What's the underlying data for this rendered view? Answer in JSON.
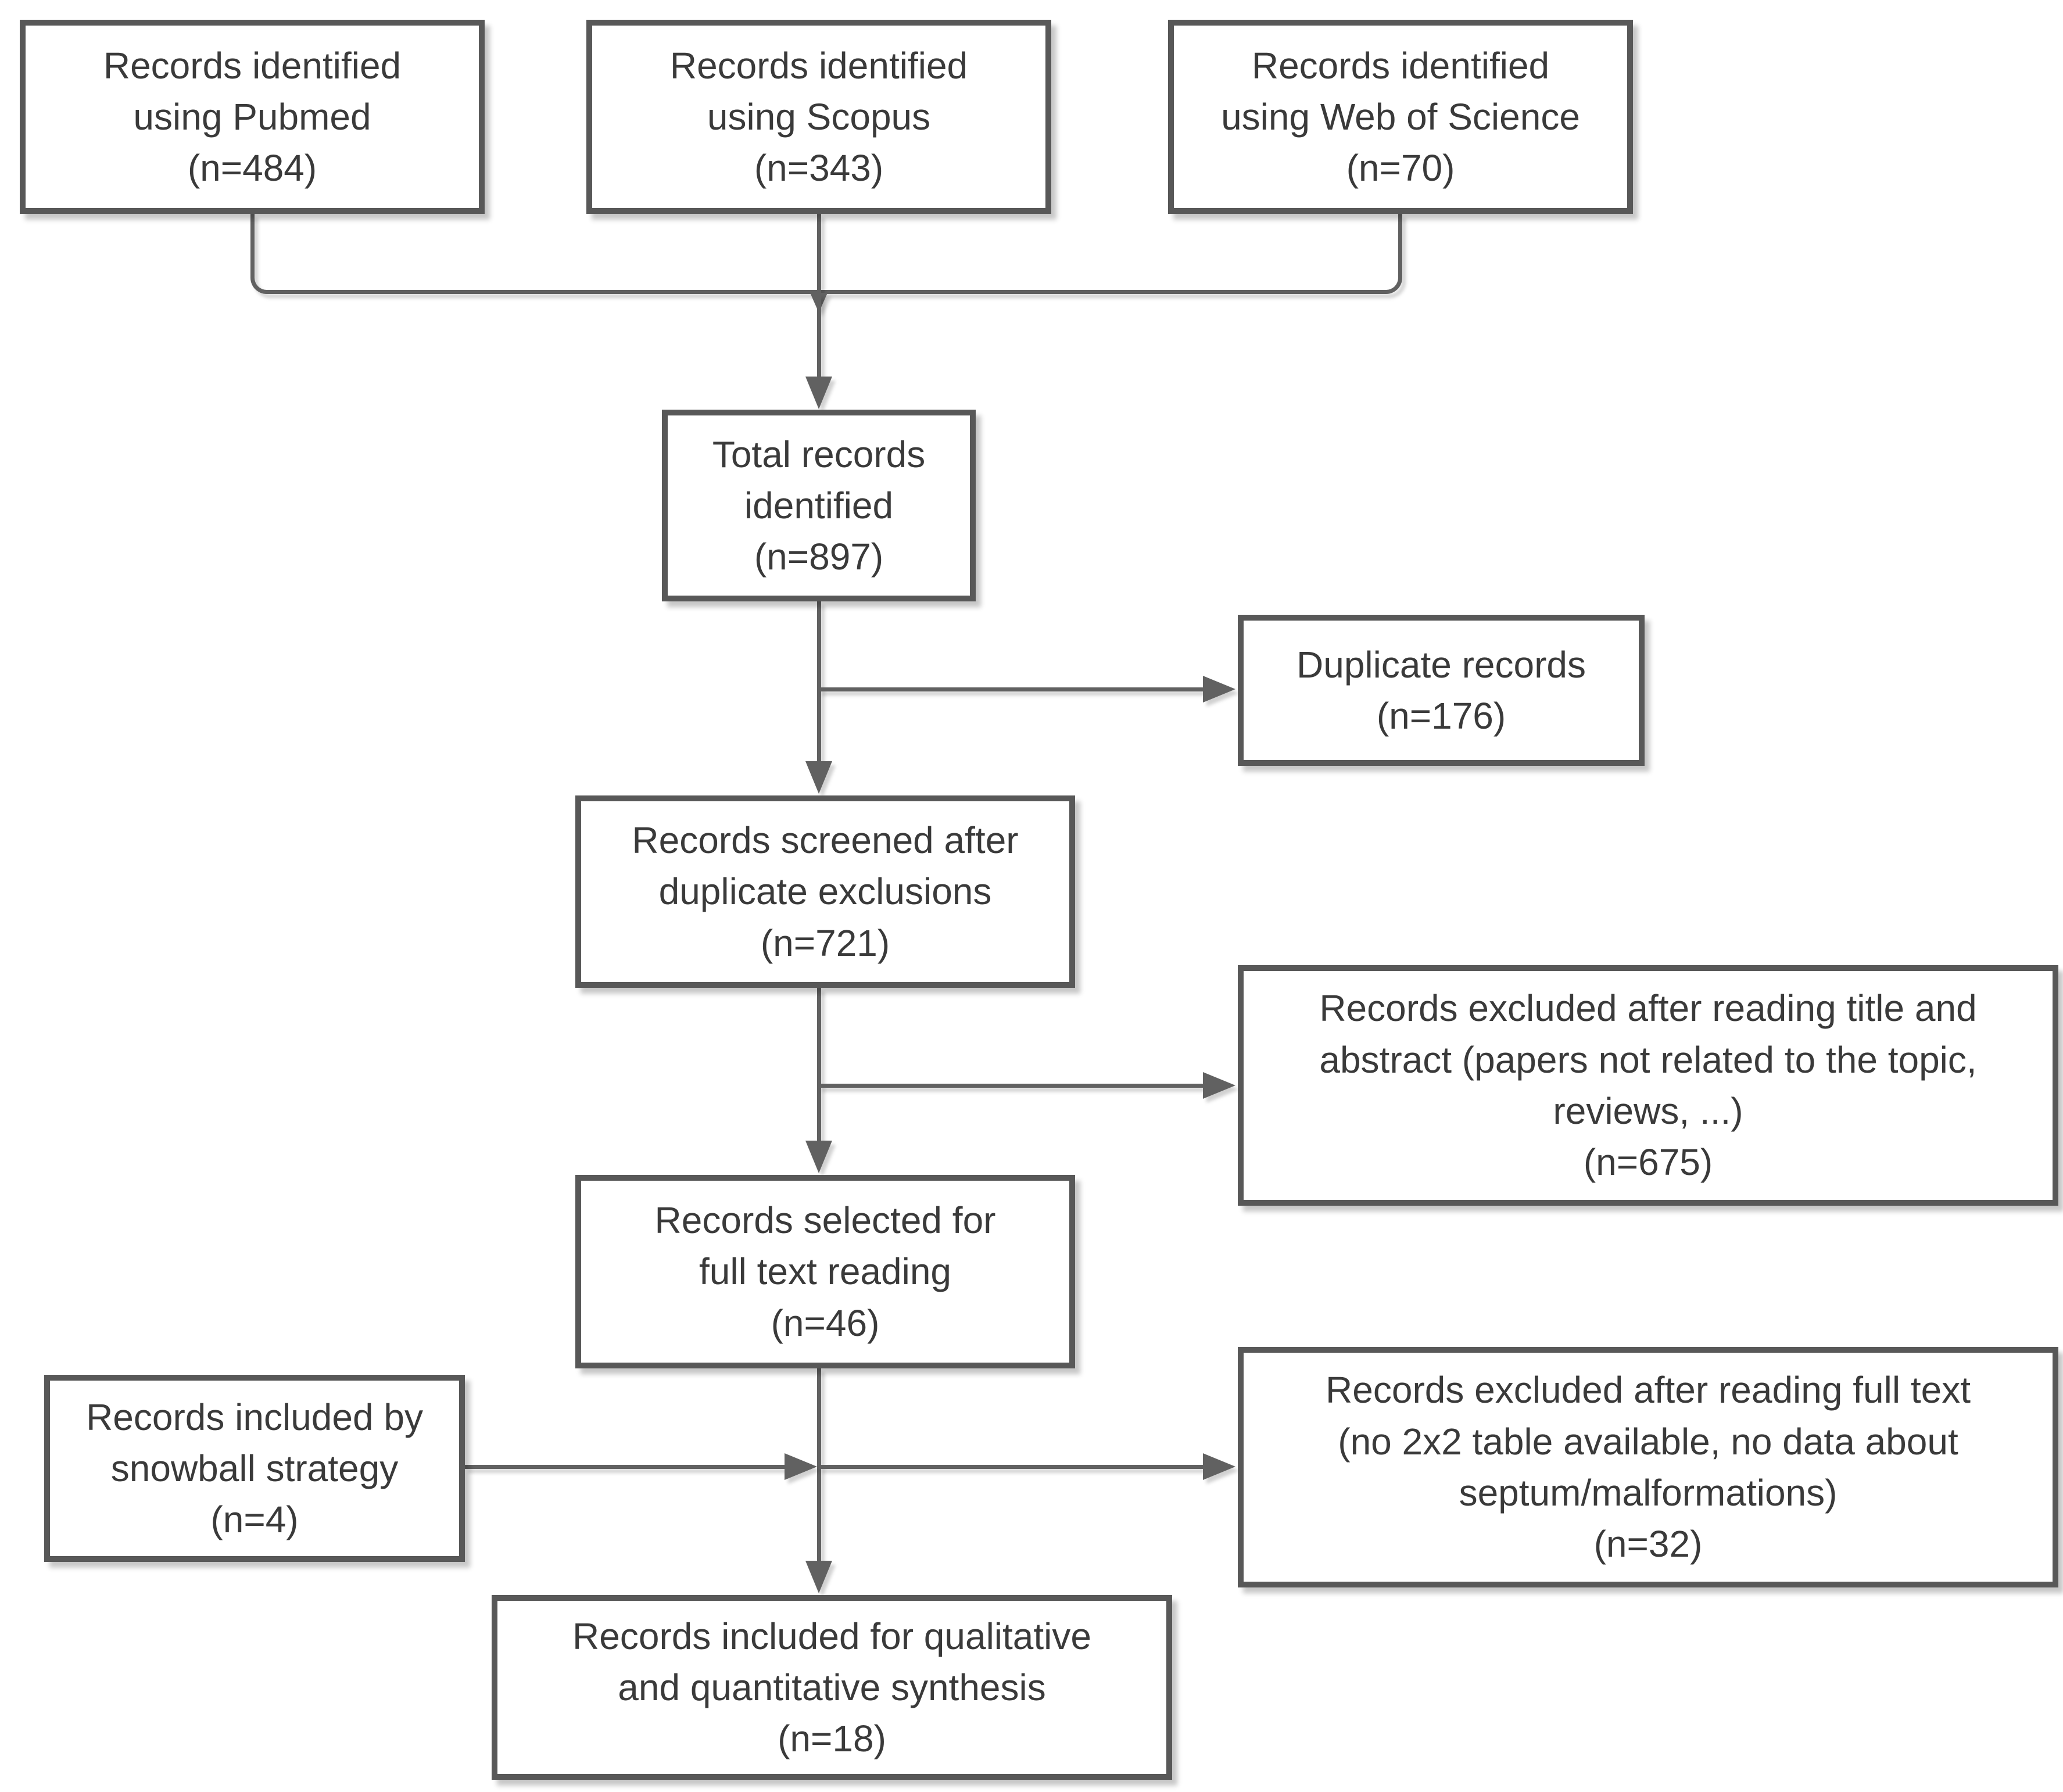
{
  "colors": {
    "background": "#ffffff",
    "box_border": "#585858",
    "connector": "#616161",
    "text": "#3a3a3a"
  },
  "nodes": {
    "pubmed": {
      "text": "Records identified\nusing Pubmed\n(n=484)",
      "count": 484
    },
    "scopus": {
      "text": "Records identified\nusing Scopus\n(n=343)",
      "count": 343
    },
    "wos": {
      "text": "Records identified\nusing Web of Science\n(n=70)",
      "count": 70
    },
    "total": {
      "text": "Total records\nidentified\n(n=897)",
      "count": 897
    },
    "duplicatesня": {
      "text": "",
      "count": null
    },
    "duplicates": {
      "text": "Duplicate records\n(n=176)",
      "count": 176
    },
    "screened": {
      "text": "Records screened after\nduplicate exclusions\n(n=721)",
      "count": 721
    },
    "excluded_title_abstract": {
      "text": "Records excluded after reading title and\nabstract (papers not related to the topic,\nreviews, ...)\n(n=675)",
      "count": 675
    },
    "fulltext_selected": {
      "text": "Records selected for\nfull text reading\n(n=46)",
      "count": 46
    },
    "snowball": {
      "text": "Records included by\nsnowball strategy\n(n=4)",
      "count": 4
    },
    "excluded_fulltext": {
      "text": "Records excluded after reading full text\n(no 2x2 table available, no data about\nseptum/malformations)\n(n=32)",
      "count": 32
    },
    "included_synthesis": {
      "text": "Records included for qualitative\nand quantitative synthesis\n(n=18)",
      "count": 18
    }
  },
  "edges": [
    {
      "from": "pubmed",
      "to": "total"
    },
    {
      "from": "scopus",
      "to": "total"
    },
    {
      "from": "wos",
      "to": "total"
    },
    {
      "from": "total",
      "to": "duplicates"
    },
    {
      "from": "total",
      "to": "screened"
    },
    {
      "from": "screened",
      "to": "excluded_title_abstract"
    },
    {
      "from": "screened",
      "to": "fulltext_selected"
    },
    {
      "from": "fulltext_selected",
      "to": "excluded_fulltext"
    },
    {
      "from": "fulltext_selected",
      "to": "included_synthesis"
    },
    {
      "from": "snowball",
      "to": "included_synthesis"
    }
  ]
}
